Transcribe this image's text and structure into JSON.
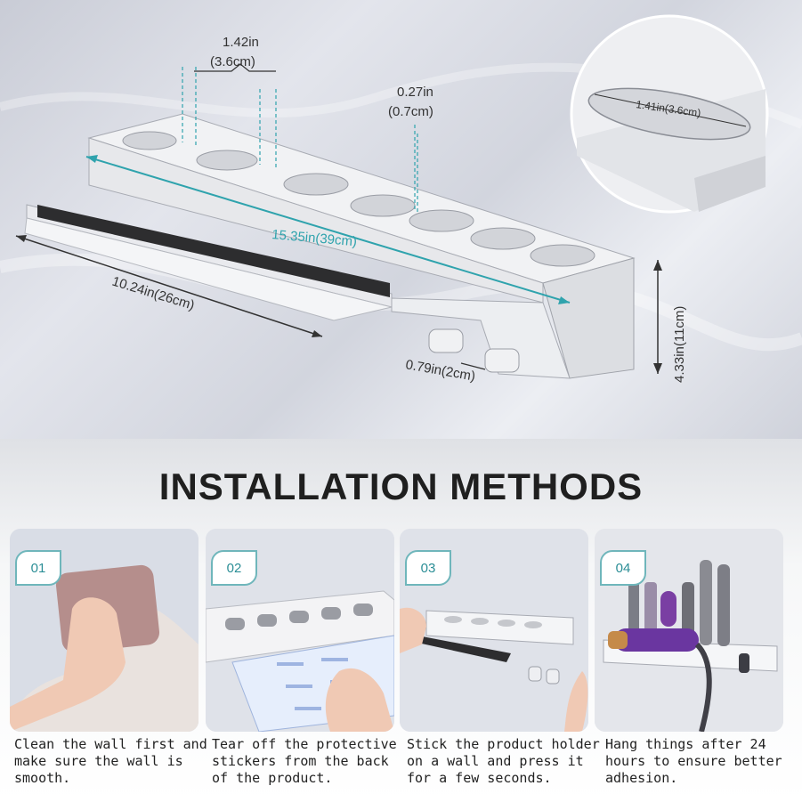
{
  "dimensions": {
    "hole_width": "1.42in",
    "hole_width_cm": "(3.6cm)",
    "gap_width": "0.27in",
    "gap_width_cm": "(0.7cm)",
    "length": "15.35in(39cm)",
    "shelf_length": "10.24in(26cm)",
    "hook_gap": "0.79in(2cm)",
    "height": "4.33in(11cm)",
    "hole_detail": "1.41in(3.6cm)"
  },
  "section_title": "INSTALLATION METHODS",
  "steps": [
    {
      "number": "01",
      "text_lines": [
        "Clean the wall first and",
        "make sure the wall is",
        "smooth."
      ]
    },
    {
      "number": "02",
      "text_lines": [
        "Tear off the protective",
        "stickers from the back",
        "of the product."
      ]
    },
    {
      "number": "03",
      "text_lines": [
        "Stick the product holder",
        "on a wall and press it",
        "for a few seconds."
      ]
    },
    {
      "number": "04",
      "text_lines": [
        "Hang things after 24",
        "hours to ensure better",
        "adhesion."
      ]
    }
  ],
  "colors": {
    "accent": "#2fa3ad",
    "badge_border": "#6fb6bb",
    "heading": "#1f1f1f"
  }
}
